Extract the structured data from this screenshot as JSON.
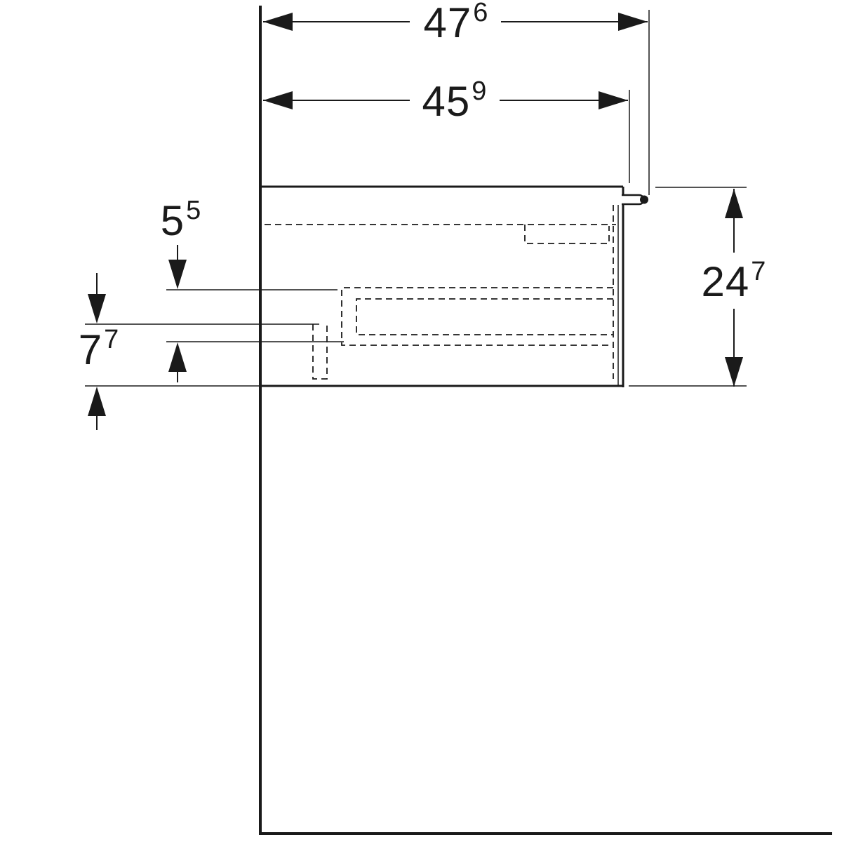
{
  "dimensions": {
    "overall_width": {
      "value": "47",
      "sup": "6"
    },
    "body_width": {
      "value": "45",
      "sup": "9"
    },
    "top_inset": {
      "value": "5",
      "sup": "5"
    },
    "bottom_inset": {
      "value": "7",
      "sup": "7"
    },
    "height": {
      "value": "24",
      "sup": "7"
    }
  },
  "colors": {
    "line": "#1a1a1a",
    "background": "#ffffff"
  }
}
